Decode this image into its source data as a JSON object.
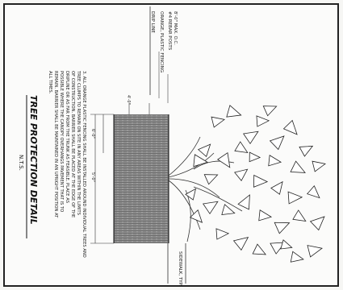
{
  "drawing": {
    "title": "TREE PROTECTION DETAIL",
    "scale": "N.T.S.",
    "callouts": {
      "drip_line": "DRIP LINE",
      "fencing": "ORANGE, PLASTIC FENCING",
      "rebar": "#4 REBAR POSTS",
      "rebar_spacing": "8'-0\" MAX. O.C.",
      "sidewalk": "SIDEWALK, TYP."
    },
    "dimensions": {
      "top": "6'-0\"",
      "mid": "4'-0\"",
      "width": "5'-0\""
    },
    "notes": [
      "3. ALL ORANGE PLASTIC FENCING SHALL BE INSTALLED AROUND INDIVIDUAL TREES AND",
      "TREE CLUMPS TO REMAIN ON SITE IN ANY AREAS WITHIN THE LIMITS",
      "OF CONSTRUCTION. BARRIER SHALL BE PLACED AT THE EDGE OF THE",
      "DRIPLINE OR AS FAR FROM THE TRUNK AS FEASIBLE. PLACE AS",
      "POSSIBLE WHERE THE CANOPY OVERHANGS PAVEMENT THAT IS TO",
      "REMAIN. BARRIER SHALL BE MAINTAINED IN AN UPRIGHT POSITION AT",
      "ALL TIMES."
    ]
  }
}
